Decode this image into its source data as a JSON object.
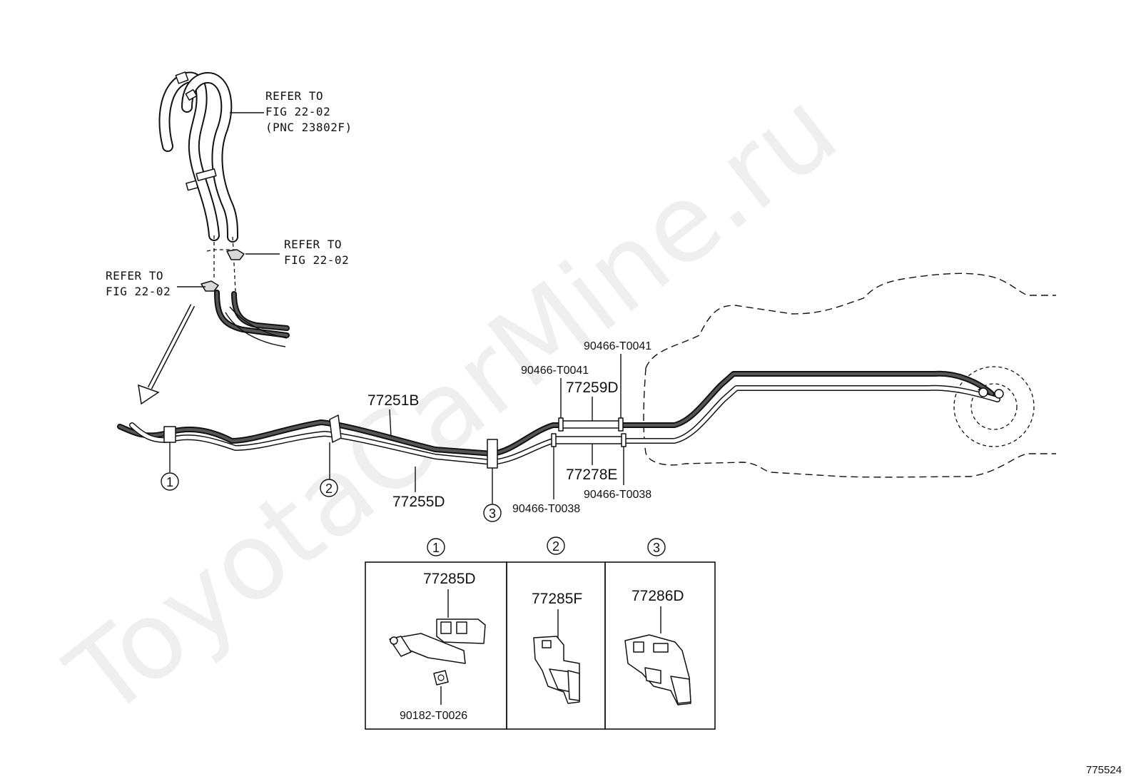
{
  "watermark": "ToyotaCarMine.ru",
  "references": {
    "upper_hose": [
      "REFER TO",
      "FIG 22-02",
      "(PNC 23802F)"
    ],
    "upper_clamp": [
      "REFER TO",
      "FIG 22-02"
    ],
    "lower_clamp": [
      "REFER TO",
      "FIG 22-02"
    ]
  },
  "part_numbers": {
    "p77251B": "77251B",
    "p77255D": "77255D",
    "p77259D": "77259D",
    "p77278E": "77278E",
    "p90466_T0041_a": "90466-T0041",
    "p90466_T0041_b": "90466-T0041",
    "p90466_T0038_a": "90466-T0038",
    "p90466_T0038_b": "90466-T0038",
    "p77285D": "77285D",
    "p77285F": "77285F",
    "p77286D": "77286D",
    "p90182_T0026": "90182-T0026"
  },
  "callouts": {
    "c1": "1",
    "c2": "2",
    "c3": "3",
    "box1": "1",
    "box2": "2",
    "box3": "3"
  },
  "figure_number": "775524"
}
